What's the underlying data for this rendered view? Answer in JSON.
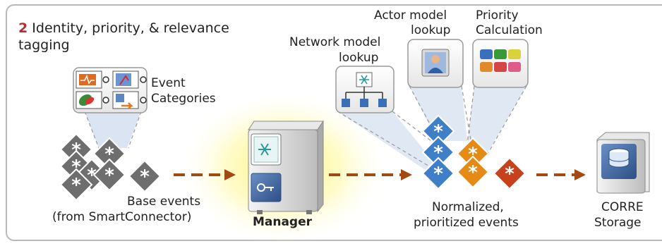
{
  "title": {
    "number": "2",
    "line1": "Identity, priority, & relevance",
    "line2": "tagging"
  },
  "event_categories": {
    "line1": "Event",
    "line2": "Categories"
  },
  "base_events": {
    "line1": "Base events",
    "line2": "(from SmartConnector)"
  },
  "manager": {
    "label": "Manager"
  },
  "network_model": {
    "line1": "Network model",
    "line2": "lookup"
  },
  "actor_model": {
    "line1": "Actor model",
    "line2": "lookup"
  },
  "priority_calc": {
    "line1": "Priority",
    "line2": "Calculation"
  },
  "normalized": {
    "line1": "Normalized,",
    "line2": "prioritized events"
  },
  "storage": {
    "line1": "CORRE",
    "line2": "Storage"
  },
  "colors": {
    "base_event_gray": "#6e6e6e",
    "normalized_blue": "#3f7fc7",
    "priority_orange": "#e58a14",
    "priority_red": "#c8411d",
    "arrow_brown": "#a24a14",
    "title_number_red": "#b0322a",
    "manager_glow": "#fff46a"
  },
  "icons": [
    "category-icons-panel",
    "network-tree-icon",
    "actor-person-icon",
    "priority-color-grid-icon",
    "manager-server-icon",
    "storage-disk-icon"
  ]
}
